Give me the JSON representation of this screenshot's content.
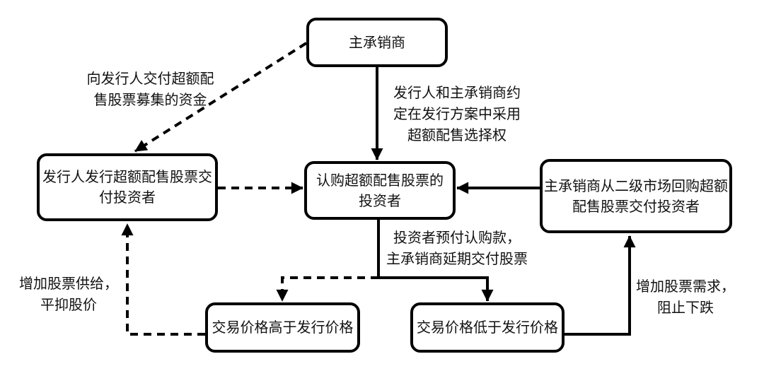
{
  "diagram": {
    "colors": {
      "background": "#ffffff",
      "line": "#000000",
      "text": "#111111",
      "node_fill": "#ffffff"
    },
    "nodes": {
      "underwriter": {
        "label": "主承销商"
      },
      "issuer": {
        "label": "发行人发行超额配售股票交\n付投资者"
      },
      "investors": {
        "label": "认购超额配售股票的\n投资者"
      },
      "buyback": {
        "label": "主承销商从二级市场回购超额\n配售股票交付投资者"
      },
      "price_above": {
        "label": "交易价格高于发行价格"
      },
      "price_below": {
        "label": "交易价格低于发行价格"
      }
    },
    "edge_labels": {
      "deliver_funds": "向发行人交付超额配\n售股票募集的资金",
      "agreement": "发行人和主承销商约\n定在发行方案中采用\n超额配售选择权",
      "prepay": "投资者预付认购款，\n主承销商延期交付股票",
      "increase_supply": "增加股票供给，\n平抑股价",
      "increase_demand": "增加股票需求，\n阻止下跌"
    }
  }
}
